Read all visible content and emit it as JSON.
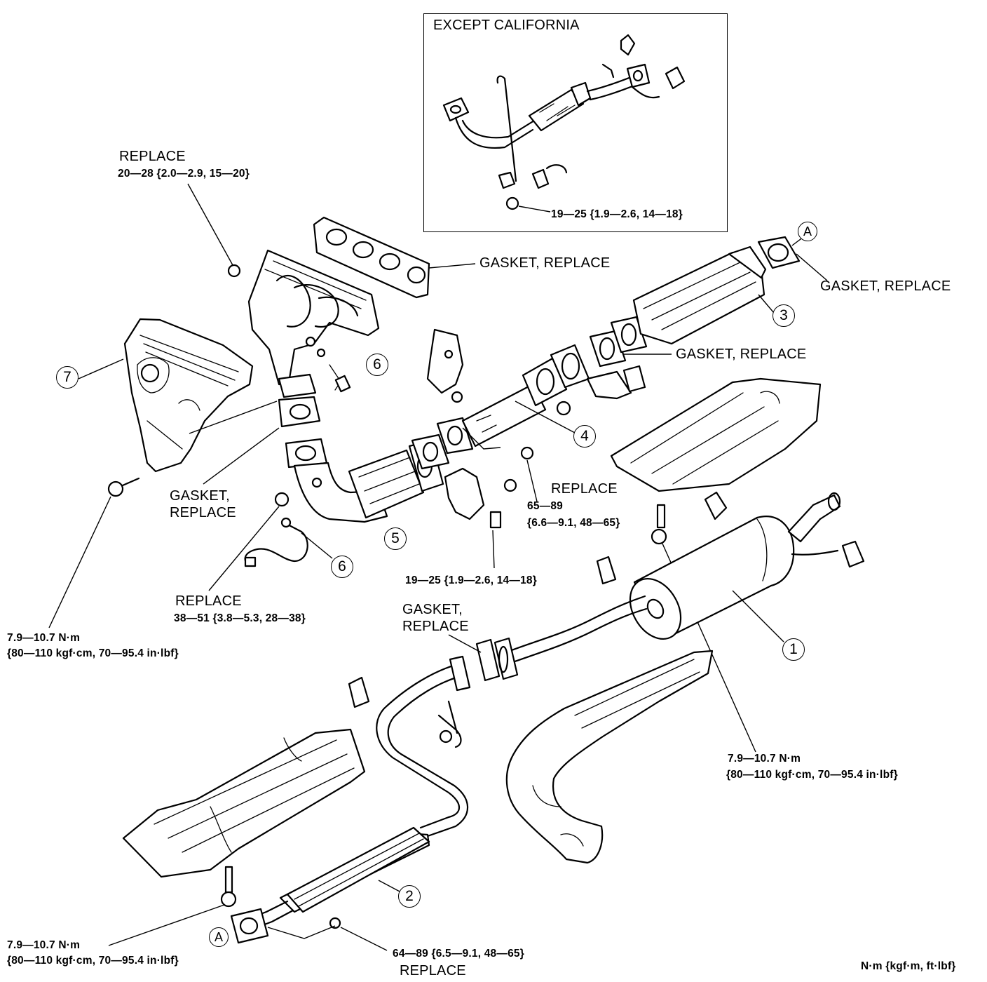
{
  "inset": {
    "title": "EXCEPT CALIFORNIA",
    "spec": "19—25 {1.9—2.6, 14—18}"
  },
  "labels": {
    "replace_top": "REPLACE",
    "spec_top": "20—28 {2.0—2.9, 15—20}",
    "gasket_manifold": "GASKET, REPLACE",
    "gasket_a_right": "GASKET, REPLACE",
    "gasket_converter": "GASKET, REPLACE",
    "gasket_left_1": "GASKET,",
    "gasket_left_2": "REPLACE",
    "replace_mid": "REPLACE",
    "spec_mid_1": "65—89",
    "spec_mid_2": "{6.6—9.1, 48—65}",
    "spec_19": "19—25 {1.9—2.6, 14—18}",
    "replace_38": "REPLACE",
    "spec_38": "38—51 {3.8—5.3, 28—38}",
    "spec_left_1": "7.9—10.7 N·m",
    "spec_left_2": "{80—110 kgf·cm, 70—95.4 in·lbf}",
    "gasket_center_1": "GASKET,",
    "gasket_center_2": "REPLACE",
    "spec_right_1": "7.9—10.7 N·m",
    "spec_right_2": "{80—110 kgf·cm, 70—95.4 in·lbf}",
    "spec_bl_1": "7.9—10.7 N·m",
    "spec_bl_2": "{80—110 kgf·cm, 70—95.4 in·lbf}",
    "spec_bottom": "64—89 {6.5—9.1, 48—65}",
    "replace_bottom": "REPLACE",
    "units": "N·m {kgf·m, ft·lbf}"
  },
  "callouts": {
    "n1": "1",
    "n2": "2",
    "n3": "3",
    "n4": "4",
    "n5": "5",
    "n6a": "6",
    "n6b": "6",
    "n7": "7",
    "a_top": "A",
    "a_bottom": "A"
  }
}
